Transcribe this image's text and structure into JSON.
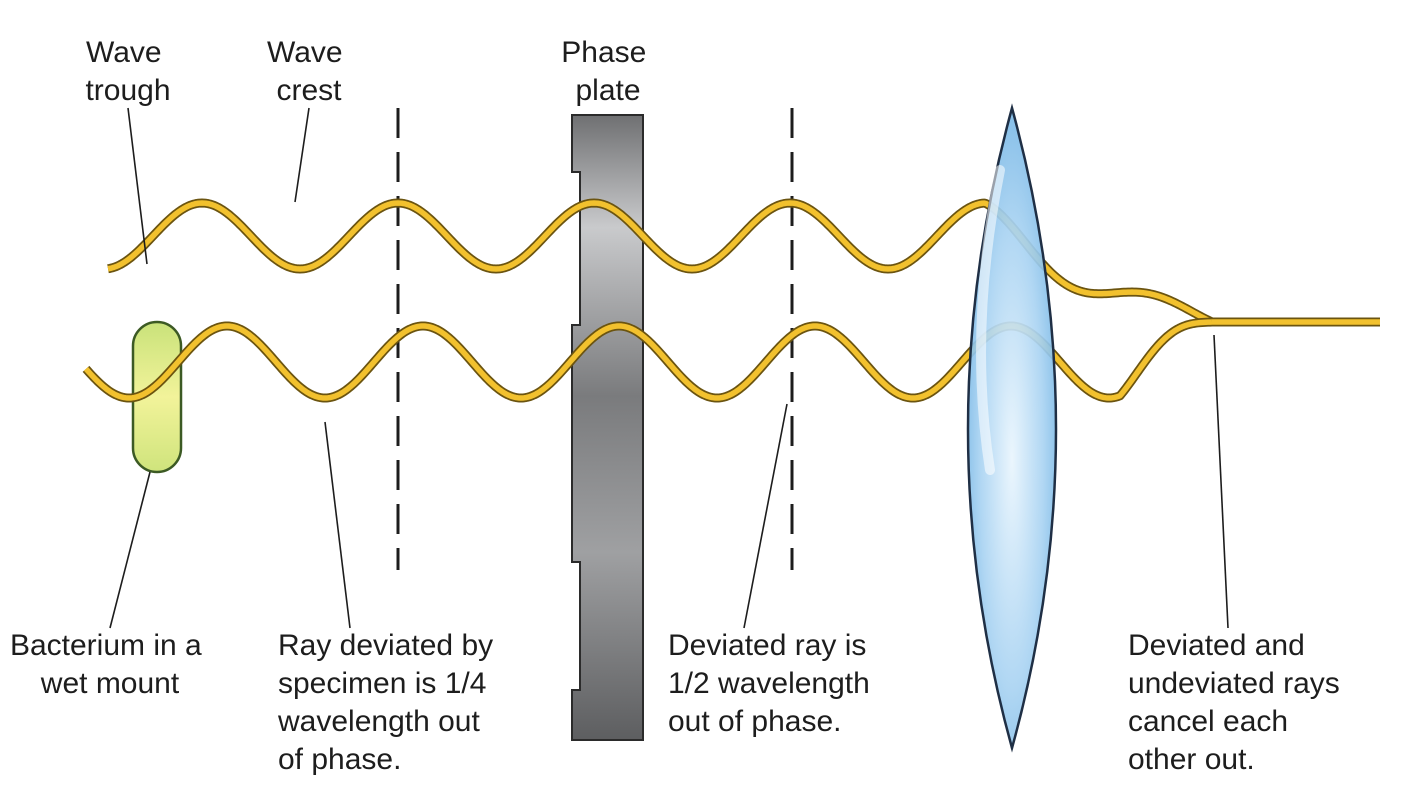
{
  "labels": {
    "wave_trough": [
      "Wave",
      "trough"
    ],
    "wave_crest": [
      "Wave",
      "crest"
    ],
    "phase_plate": [
      "Phase",
      "plate"
    ],
    "bacterium": [
      "Bacterium in a",
      "wet mount"
    ],
    "ray_deviated": [
      "Ray deviated by",
      "specimen is 1/4",
      "wavelength out",
      "of phase."
    ],
    "deviated_half": [
      "Deviated ray is",
      "1/2 wavelength",
      "out of phase."
    ],
    "cancel": [
      "Deviated and",
      "undeviated rays",
      "cancel each",
      "other out."
    ]
  },
  "colors": {
    "wave": "#f2c12e",
    "wave_outline": "#6b5410",
    "bacterium_fill": "#e3ee8c",
    "bacterium_outline": "#3c5a24",
    "plate": "#77787a",
    "lens": "#a9d3f2",
    "lens_outline": "#1f2f45"
  }
}
